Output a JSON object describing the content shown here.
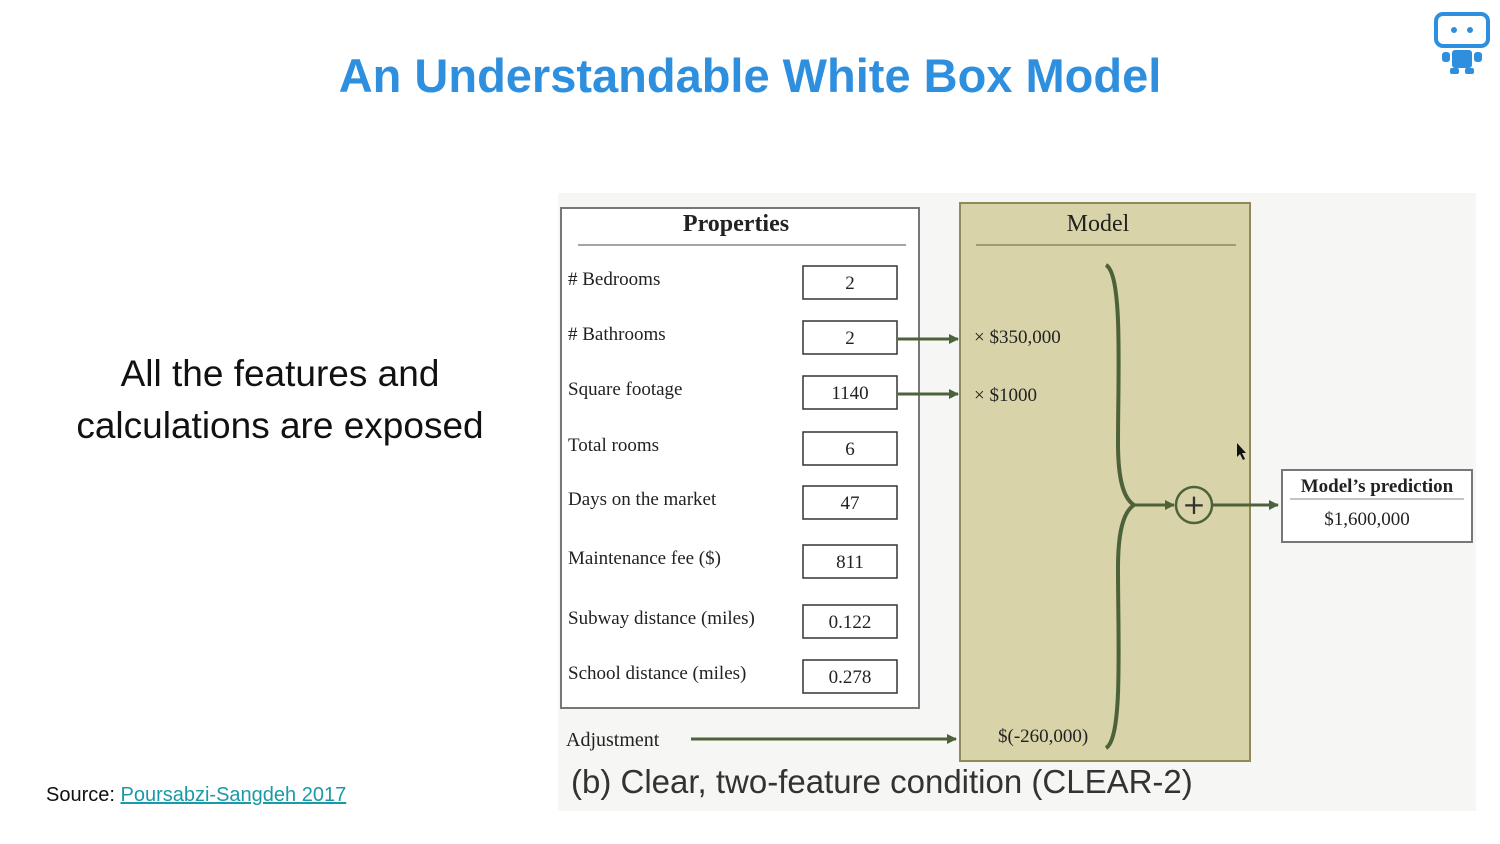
{
  "slide": {
    "title": "An Understandable White Box Model",
    "bullet_line1": "All the features and",
    "bullet_line2": "calculations are exposed",
    "source_label": "Source:",
    "source_link": "Poursabzi-Sangdeh 2017"
  },
  "figure": {
    "properties_heading": "Properties",
    "model_heading": "Model",
    "properties": [
      {
        "label": "# Bedrooms",
        "value": "2"
      },
      {
        "label": "# Bathrooms",
        "value": "2"
      },
      {
        "label": "Square footage",
        "value": "1140"
      },
      {
        "label": "Total rooms",
        "value": "6"
      },
      {
        "label": "Days on the market",
        "value": "47"
      },
      {
        "label": "Maintenance fee ($)",
        "value": "811"
      },
      {
        "label": "Subway distance (miles)",
        "value": "0.122"
      },
      {
        "label": "School distance (miles)",
        "value": "0.278"
      }
    ],
    "coef_bathrooms": "× $350,000",
    "coef_sqft": "× $1000",
    "adjustment_label": "Adjustment",
    "adjustment_value": "$(-260,000)",
    "plus_symbol": "+",
    "prediction_heading": "Model’s prediction",
    "prediction_value": "$1,600,000",
    "caption": "(b) Clear, two-feature condition (CLEAR-2)"
  },
  "colors": {
    "title": "#2f8fdf",
    "model_fill": "#d8d3a8",
    "model_border": "#8e8a5a",
    "arrow": "#4e6239"
  }
}
